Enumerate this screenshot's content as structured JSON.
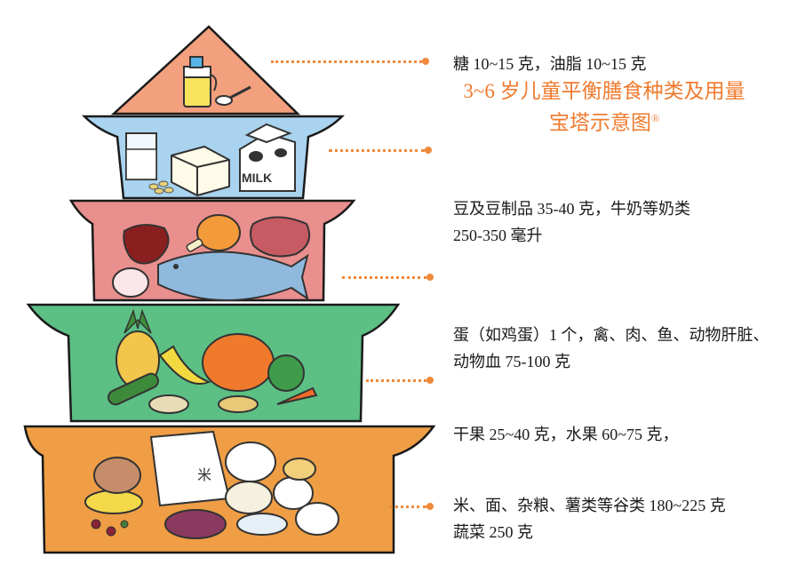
{
  "title": {
    "line1": "3~6 岁儿童平衡膳食种类及用量",
    "line2": "宝塔示意图",
    "mark": "®"
  },
  "levels": [
    {
      "id": "top",
      "lines": [
        "糖 10~15 克，油脂 10~15 克"
      ]
    },
    {
      "id": "level2",
      "lines": [
        "豆及豆制品 35-40 克，牛奶等奶类",
        "250-350 毫升"
      ]
    },
    {
      "id": "level3",
      "lines": [
        "蛋（如鸡蛋）1 个，禽、肉、鱼、动物肝脏、",
        "动物血 75-100 克"
      ]
    },
    {
      "id": "level4",
      "lines": [
        "干果 25~40 克，水果 60~75 克，"
      ]
    },
    {
      "id": "base",
      "lines": [
        "米、面、杂粮、薯类等谷类 180~225 克",
        "蔬菜 250 克"
      ]
    }
  ],
  "food_text": {
    "milk_carton": "MILK",
    "rice_bag": "米"
  },
  "colors": {
    "accent": "#ef7a2e",
    "tier1": "#f3a07f",
    "tier2": "#a9d3ef",
    "tier3": "#e98f8d",
    "tier4": "#5cbf84",
    "tier5": "#ef9e45"
  }
}
